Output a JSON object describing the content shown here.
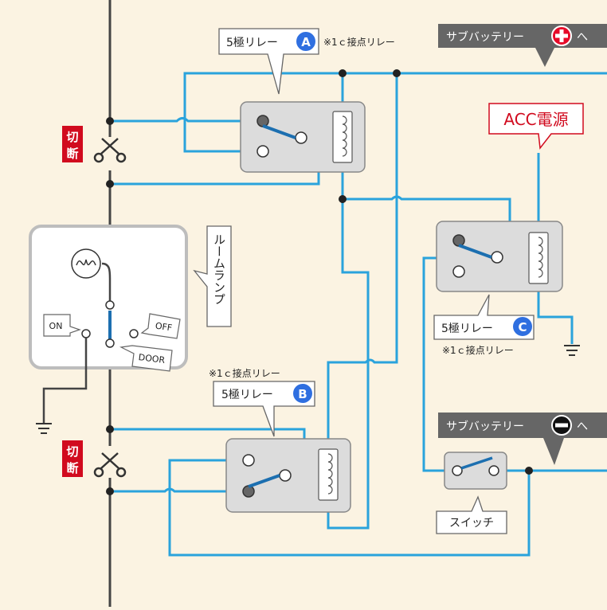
{
  "relay_a": {
    "name": "5極リレー",
    "badge": "A",
    "note": "※1ｃ接点リレー"
  },
  "relay_b": {
    "name": "5極リレー",
    "badge": "B",
    "note": "※1ｃ接点リレー"
  },
  "relay_c": {
    "name": "5極リレー",
    "badge": "C",
    "note": "※1ｃ接点リレー"
  },
  "sub_battery_plus": {
    "text": "サブバッテリー",
    "suffix": "へ"
  },
  "sub_battery_minus": {
    "text": "サブバッテリー",
    "suffix": "へ"
  },
  "acc_power": {
    "text": "ACC電源"
  },
  "cut_top": {
    "line1": "切",
    "line2": "断"
  },
  "cut_bottom": {
    "line1": "切",
    "line2": "断"
  },
  "room_lamp": {
    "label": "ルームランプ",
    "on": "ON",
    "off": "OFF",
    "door": "DOOR"
  },
  "switch": {
    "label": "スイッチ"
  },
  "colors": {
    "background": "#fbf3e2",
    "wire": "#2aa3dc",
    "contact": "#1c6fb0",
    "cut_label": "#d10a1e",
    "badge": "#2f6fe0",
    "panel": "#666666"
  }
}
